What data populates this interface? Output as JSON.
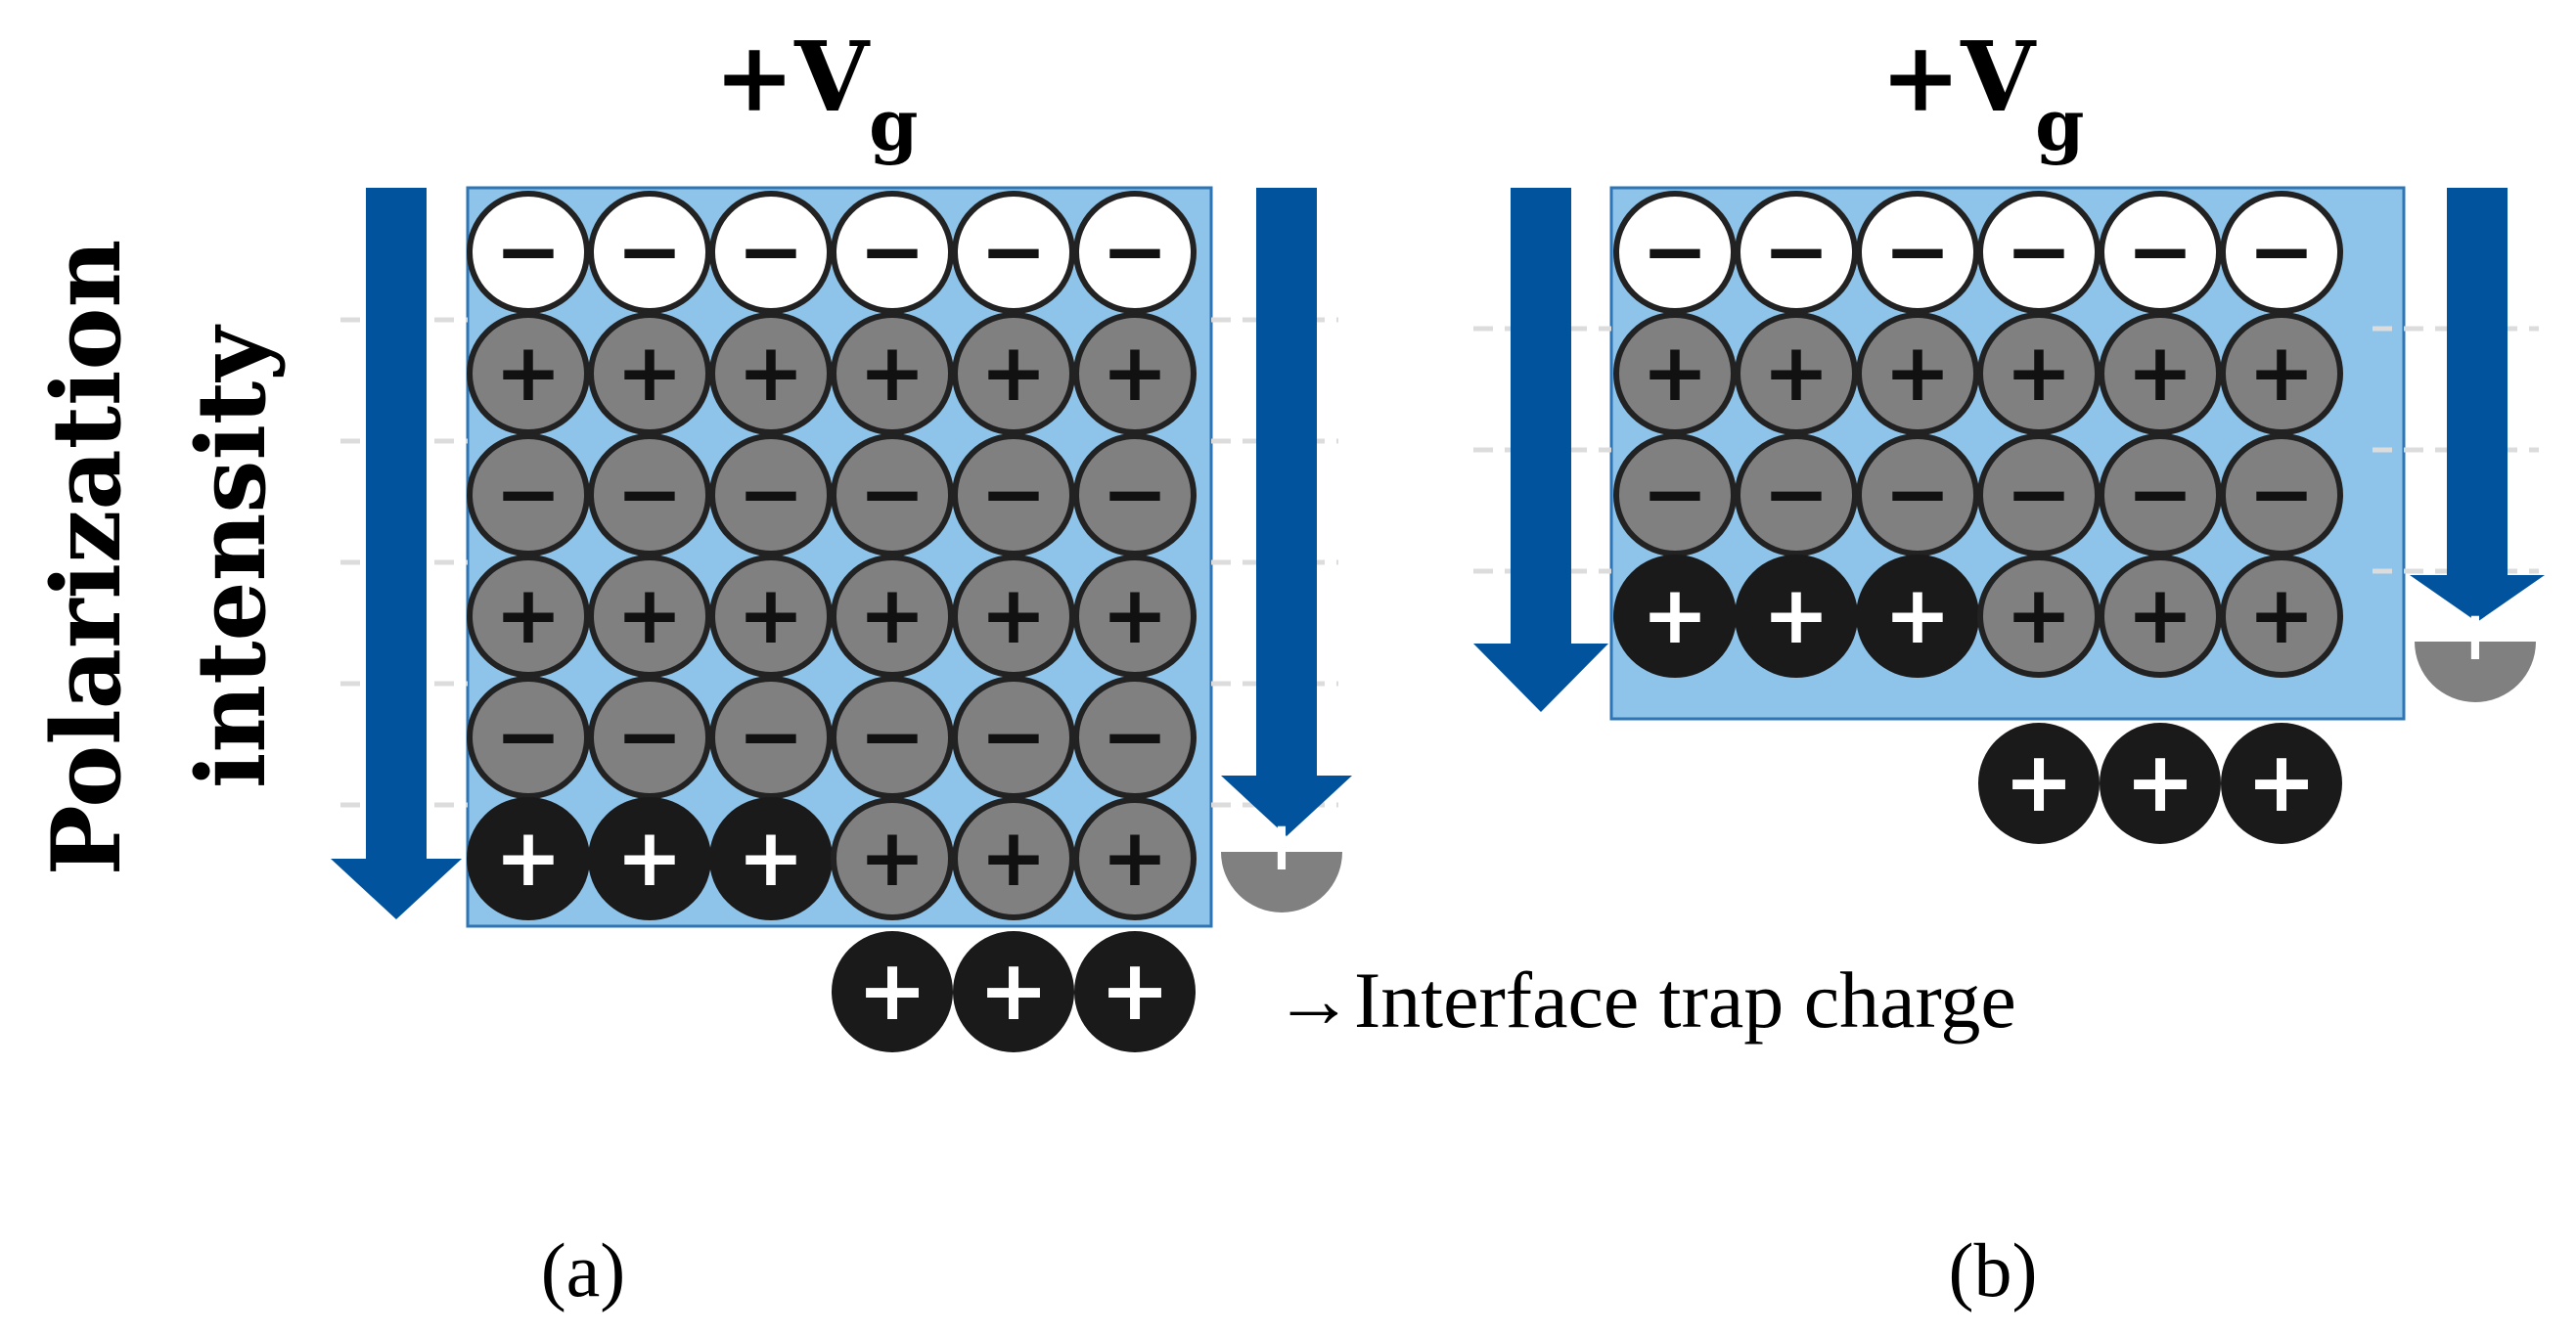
{
  "panels": [
    {
      "id": "a",
      "gate_label": "+V",
      "gate_subscript": "g",
      "caption": "(a)",
      "rows": [
        [
          "−",
          "−",
          "−",
          "−",
          "−",
          "−"
        ],
        [
          "+",
          "+",
          "+",
          "+",
          "+",
          "+"
        ],
        [
          "−",
          "−",
          "−",
          "−",
          "−",
          "−"
        ],
        [
          "+",
          "+",
          "+",
          "+",
          "+",
          "+"
        ],
        [
          "−",
          "−",
          "−",
          "−",
          "−",
          "−"
        ],
        [
          "+",
          "+",
          "+",
          "+",
          "+",
          "+"
        ]
      ],
      "trap_charges": [
        "+",
        "+",
        "+"
      ],
      "partial_charge": "+"
    },
    {
      "id": "b",
      "gate_label": "+V",
      "gate_subscript": "g",
      "caption": "(b)",
      "rows": [
        [
          "−",
          "−",
          "−",
          "−",
          "−",
          "−"
        ],
        [
          "+",
          "+",
          "+",
          "+",
          "+",
          "+"
        ],
        [
          "−",
          "−",
          "−",
          "−",
          "−",
          "−"
        ],
        [
          "+",
          "+",
          "+",
          "+",
          "+",
          "+"
        ]
      ],
      "trap_charges": [
        "+",
        "+",
        "+"
      ],
      "partial_charge": "+"
    }
  ],
  "axis_label_line1": "Polarization",
  "axis_label_line2": "intensity",
  "annotation": "→Interface trap charge",
  "colors": {
    "film": "#8ec4ea",
    "film_border": "#2e75b6",
    "arrow": "#00539c",
    "dipole_gray": "#808080",
    "dipole_dark": "#1a1a1a",
    "outline": "#222222",
    "dashed_line": "#dcdcdc"
  }
}
